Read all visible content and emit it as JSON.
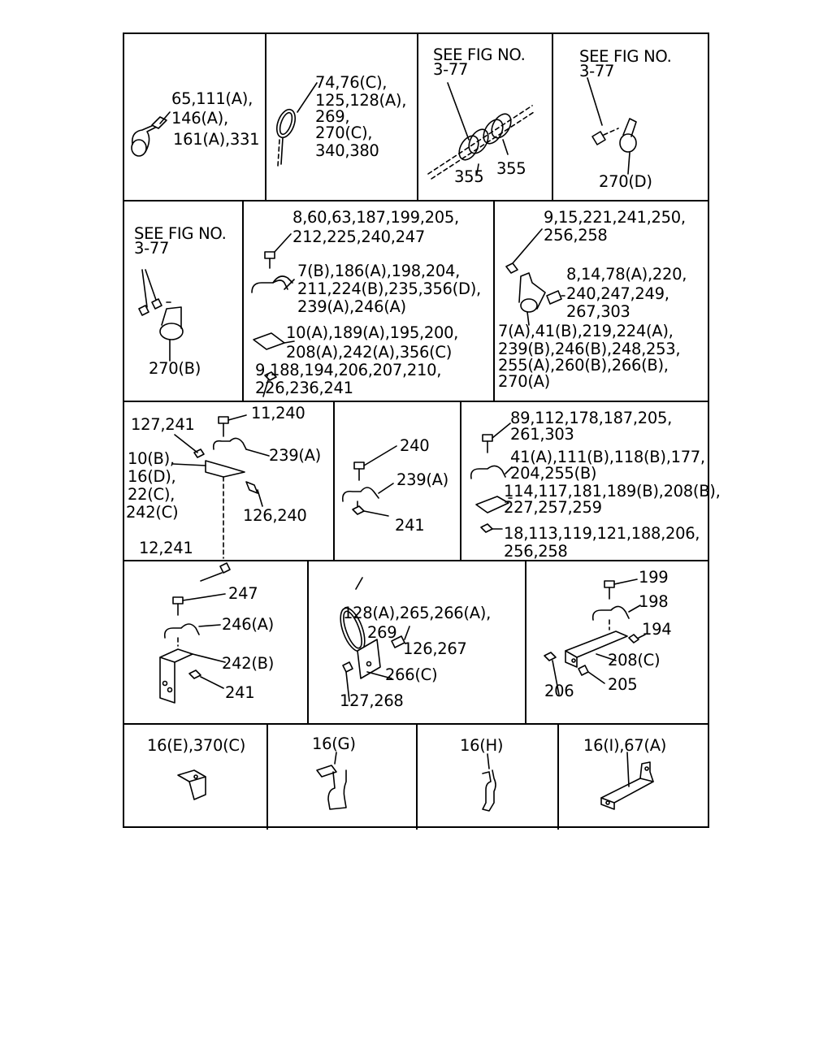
{
  "row1": {
    "cell1": {
      "l1": "65,111(A),",
      "l2": "146(A),",
      "l3": "161(A),331"
    },
    "cell2": {
      "l1": "74,76(C),",
      "l2": "125,128(A),",
      "l3": "269,",
      "l4": "270(C),",
      "l5": "340,380"
    },
    "cell3": {
      "see1": "SEE FIG NO.",
      "see2": "3-77",
      "left": "355",
      "right": "355"
    },
    "cell4": {
      "see1": "SEE FIG NO.",
      "see2": "3-77",
      "part": "270(D)"
    }
  },
  "row2": {
    "cell1": {
      "see1": "SEE FIG NO.",
      "see2": "3-77",
      "part": "270(B)"
    },
    "cell2": {
      "a1": "8,60,63,187,199,205,",
      "a2": "212,225,240,247",
      "b1": "7(B),186(A),198,204,",
      "b2": "211,224(B),235,356(D),",
      "b3": "239(A),246(A)",
      "c1": "10(A),189(A),195,200,",
      "c2": "208(A),242(A),356(C)",
      "d1": "9,188,194,206,207,210,",
      "d2": "226,236,241"
    },
    "cell3": {
      "a1": "9,15,221,241,250,",
      "a2": "256,258",
      "b1": "8,14,78(A),220,",
      "b2": "240,247,249,",
      "b3": "267,303",
      "c1": "7(A),41(B),219,224(A),",
      "c2": "239(B),246(B),248,253,",
      "c3": "255(A),260(B),266(B),",
      "c4": "270(A)"
    }
  },
  "row3": {
    "cell1": {
      "a": "127,241",
      "b": "11,240",
      "c1": "10(B),",
      "c2": "16(D),",
      "c3": "22(C),",
      "c4": "242(C)",
      "d": "239(A)",
      "e": "126,240",
      "f": "12,241"
    },
    "cell2": {
      "a": "240",
      "b": "239(A)",
      "c": "241"
    },
    "cell3": {
      "a1": "89,112,178,187,205,",
      "a2": "261,303",
      "b1": "41(A),111(B),118(B),177,",
      "b2": "204,255(B)",
      "c1": "114,117,181,189(B),208(B),",
      "c2": "227,257,259",
      "d1": "18,113,119,121,188,206,",
      "d2": "256,258"
    }
  },
  "row4": {
    "cell1": {
      "a": "247",
      "b": "246(A)",
      "c": "242(B)",
      "d": "241"
    },
    "cell2": {
      "a1": "128(A),265,266(A),",
      "a2": "269",
      "b": "126,267",
      "c": "266(C)",
      "d": "127,268"
    },
    "cell3": {
      "a": "199",
      "b": "198",
      "c": "194",
      "d": "208(C)",
      "e": "205",
      "f": "206"
    }
  },
  "row5": {
    "cell1": {
      "label": "16(E),370(C)"
    },
    "cell2": {
      "label": "16(G)"
    },
    "cell3": {
      "label": "16(H)"
    },
    "cell4": {
      "label": "16(I),67(A)"
    }
  }
}
